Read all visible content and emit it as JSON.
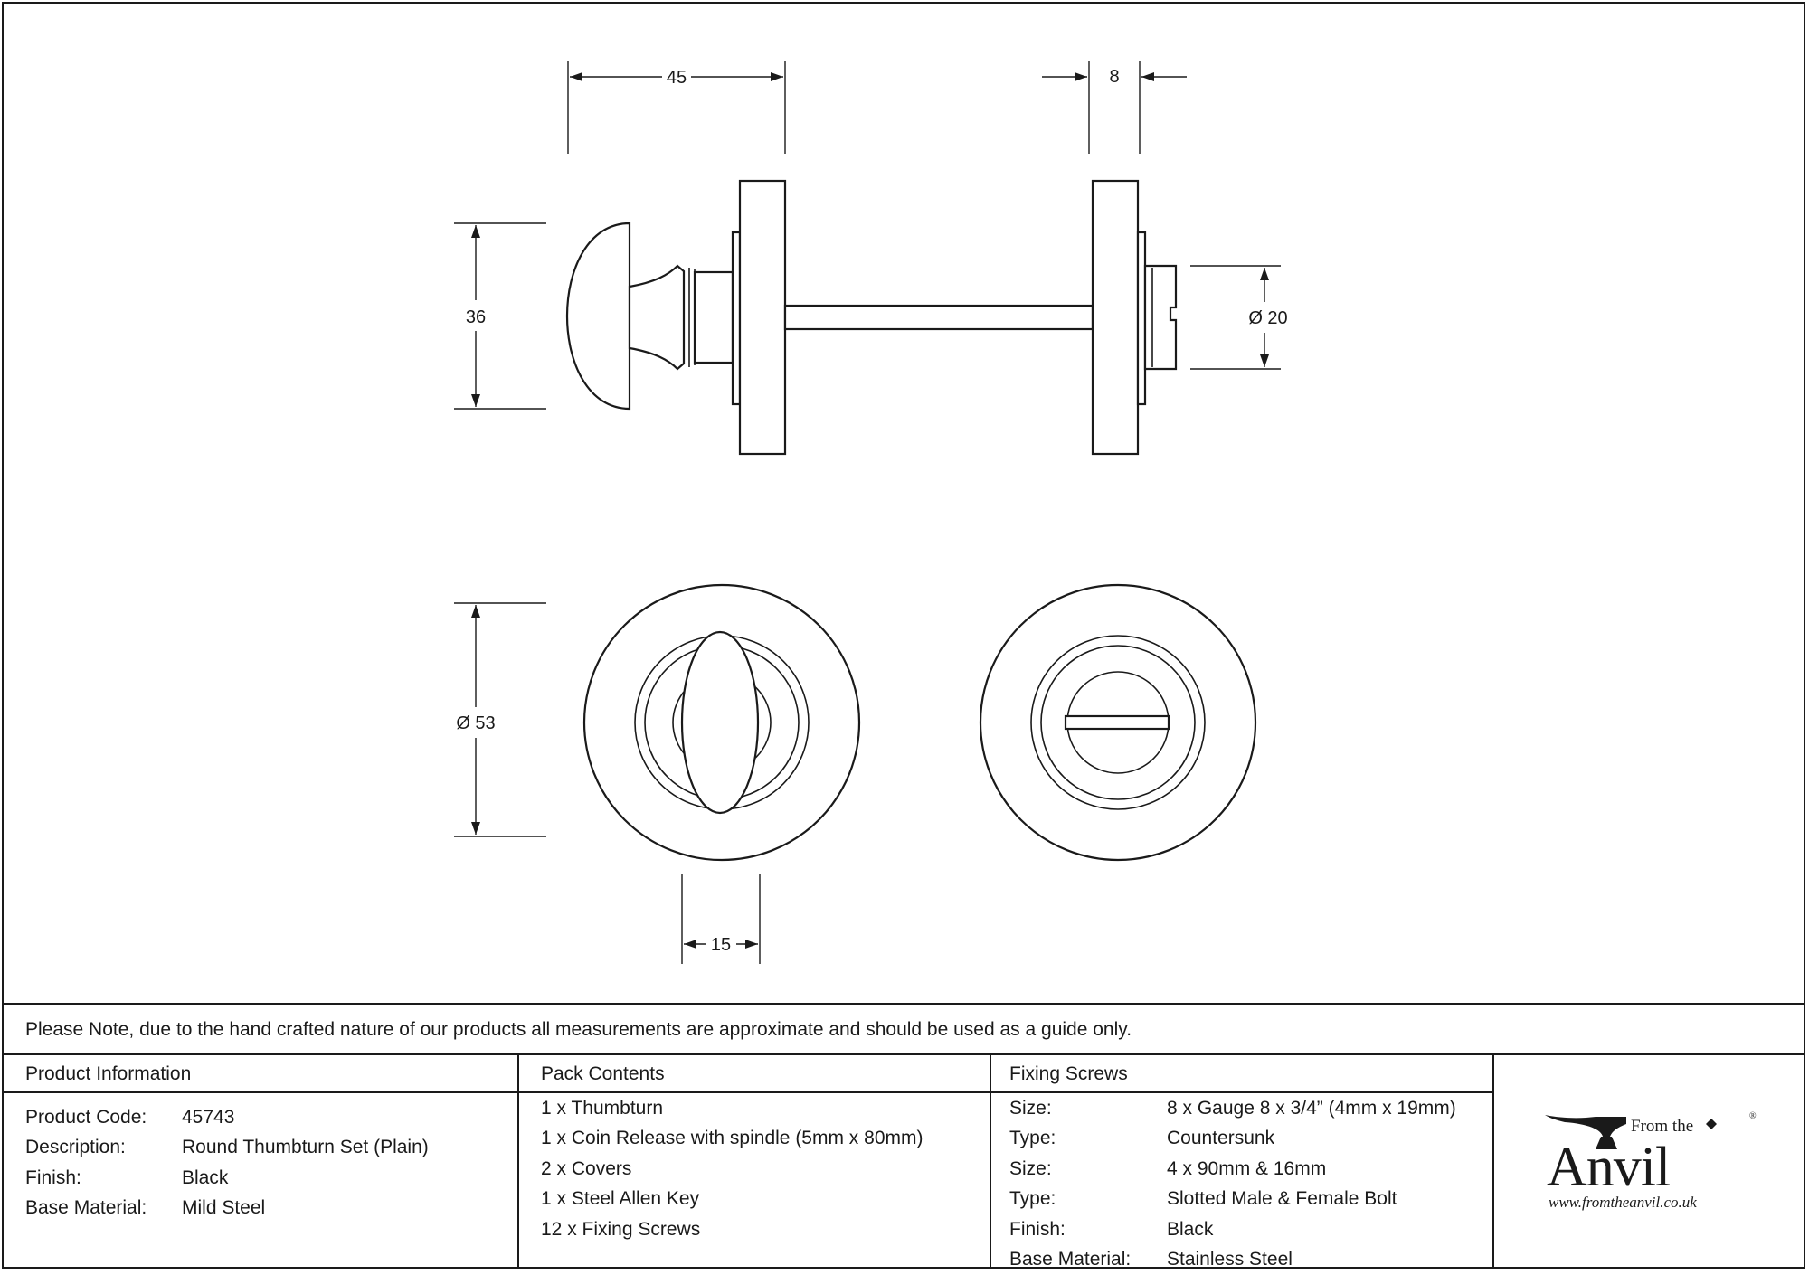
{
  "dimensions": {
    "width_45": "45",
    "width_8": "8",
    "height_36": "36",
    "diameter_20": "Ø 20",
    "diameter_53": "Ø 53",
    "width_15": "15"
  },
  "note": "Please Note, due to the hand crafted nature of our products all measurements are approximate and should be used as a guide only.",
  "product_info": {
    "heading": "Product Information",
    "rows": [
      {
        "label": "Product Code:",
        "value": "45743"
      },
      {
        "label": "Description:",
        "value": "Round Thumbturn Set (Plain)"
      },
      {
        "label": "Finish:",
        "value": "Black"
      },
      {
        "label": "Base Material:",
        "value": "Mild Steel"
      }
    ]
  },
  "pack_contents": {
    "heading": "Pack Contents",
    "items": [
      "1 x Thumbturn",
      "1 x Coin Release with spindle (5mm x 80mm)",
      "2 x Covers",
      "1 x Steel Allen Key",
      "12 x Fixing Screws"
    ]
  },
  "fixing_screws": {
    "heading": "Fixing Screws",
    "rows": [
      {
        "label": "Size:",
        "value": "8 x Gauge 8 x 3/4” (4mm x 19mm)"
      },
      {
        "label": "Type:",
        "value": "Countersunk"
      },
      {
        "label": "Size:",
        "value": "4 x 90mm & 16mm"
      },
      {
        "label": "Type:",
        "value": "Slotted Male & Female Bolt"
      },
      {
        "label": "Finish:",
        "value": "Black"
      },
      {
        "label": "Base Material:",
        "value": "Stainless Steel"
      }
    ]
  },
  "logo": {
    "from_the": "From the",
    "anvil": "Anvil",
    "registered": "®",
    "url": "www.fromtheanvil.co.uk"
  }
}
